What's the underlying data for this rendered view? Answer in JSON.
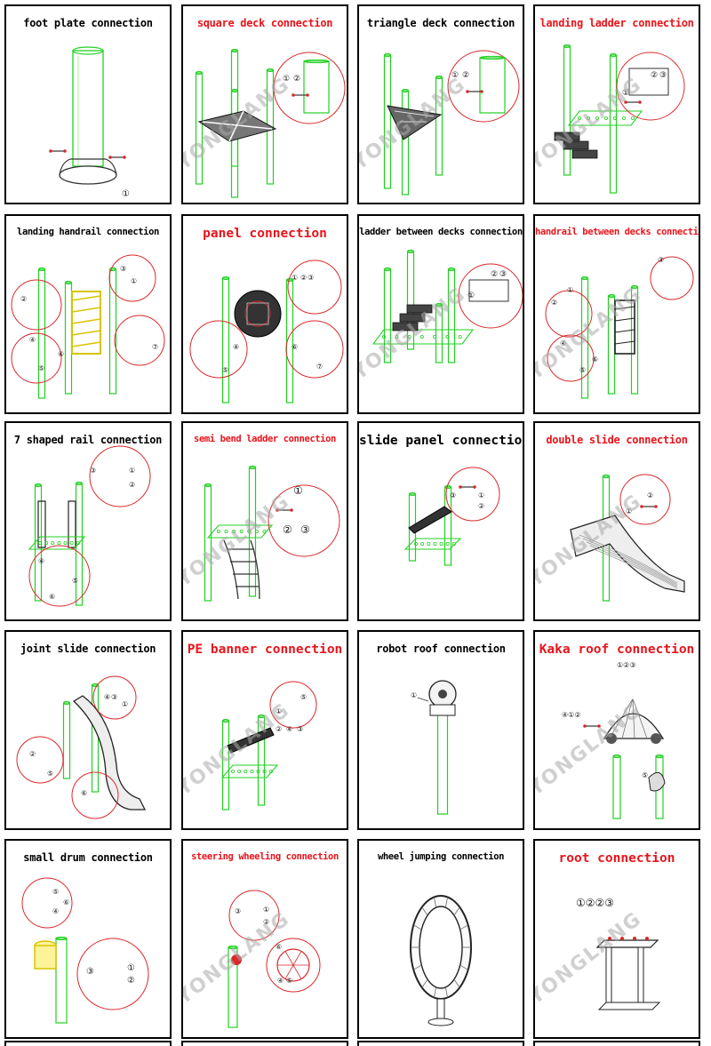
{
  "panels": [
    {
      "title": "foot plate connection",
      "color": "black",
      "labels": [
        "①"
      ]
    },
    {
      "title": "square deck connection",
      "color": "red",
      "labels": [
        "①",
        "②"
      ]
    },
    {
      "title": "triangle deck connection",
      "color": "black",
      "labels": [
        "①",
        "②"
      ]
    },
    {
      "title": "landing ladder connection",
      "color": "red",
      "labels": [
        "①",
        "②",
        "③"
      ]
    },
    {
      "title": "landing handrail connection",
      "color": "black",
      "labels": [
        "①",
        "②",
        "③",
        "④",
        "⑤",
        "⑥",
        "⑦"
      ]
    },
    {
      "title": "panel connection",
      "color": "red",
      "labels": [
        "①",
        "②",
        "③",
        "④",
        "⑤",
        "⑥",
        "⑦"
      ]
    },
    {
      "title": "ladder between decks connection",
      "color": "black",
      "labels": [
        "①",
        "②",
        "③"
      ]
    },
    {
      "title": "handrail between decks connection",
      "color": "red",
      "labels": [
        "①",
        "②",
        "③",
        "④",
        "⑤",
        "⑥"
      ]
    },
    {
      "title": "7 shaped rail connection",
      "color": "black",
      "labels": [
        "①",
        "②",
        "③",
        "④",
        "⑤",
        "⑥"
      ]
    },
    {
      "title": "semi bend ladder connection",
      "color": "red",
      "labels": [
        "①",
        "②",
        "③"
      ]
    },
    {
      "title": "slide panel connection",
      "color": "black",
      "labels": [
        "①",
        "②",
        "③"
      ]
    },
    {
      "title": "double slide connection",
      "color": "red",
      "labels": [
        "①",
        "②"
      ]
    },
    {
      "title": "joint slide connection",
      "color": "black",
      "labels": [
        "①",
        "②",
        "③",
        "④",
        "⑤",
        "⑥"
      ]
    },
    {
      "title": "PE banner connection",
      "color": "red",
      "labels": [
        "①",
        "②",
        "③",
        "④",
        "⑤"
      ]
    },
    {
      "title": "robot roof connection",
      "color": "black",
      "labels": [
        "①"
      ]
    },
    {
      "title": "Kaka roof connection",
      "color": "red",
      "labels": [
        "①②③",
        "④①②",
        "⑤"
      ]
    },
    {
      "title": "small drum connection",
      "color": "black",
      "labels": [
        "①",
        "②",
        "③",
        "④",
        "⑤",
        "⑥"
      ]
    },
    {
      "title": "steering wheeling connection",
      "color": "red",
      "labels": [
        "①",
        "②",
        "③",
        "④",
        "⑤",
        "⑥"
      ]
    },
    {
      "title": "wheel jumping connection",
      "color": "black",
      "labels": []
    },
    {
      "title": "root connection",
      "color": "red",
      "labels": [
        "①②②③"
      ]
    }
  ],
  "watermark": "YONGLANG",
  "colors": {
    "pipe": "#22d122",
    "red_title": "#e8141b",
    "callout": "#d9292b",
    "line": "#333333"
  }
}
